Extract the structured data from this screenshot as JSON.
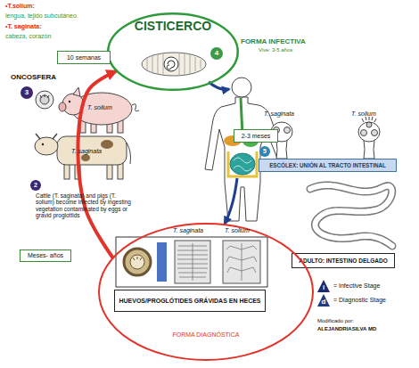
{
  "diagram": {
    "nodes": [
      {
        "text": [
          "CISTICERCO"
        ]
      },
      {
        "text": [
          "10 semanas"
        ]
      },
      {
        "text": [
          "2-3 meses"
        ]
      },
      {
        "text": [
          "ESCÓLEX: UNIÓN AL TRACTO INTESTINAL"
        ]
      },
      {
        "text": [
          "ADULTO: INTESTINO DELGADO"
        ]
      },
      {
        "text": [
          "Meses- años"
        ]
      },
      {
        "text": [
          "FORMA DIAGNÓSTICA"
        ]
      },
      {
        "text": [
          "HUEVOS/PROGLÓTIDES GRÁVIDAS EN HECES"
        ],
        "in": 6
      }
    ],
    "edges": [
      {
        "from": 6,
        "to": 0,
        "arrow": "to"
      }
    ],
    "labels": [
      "•T.solium:",
      "lengua, tejido subcutáneo.",
      "•T. saginata:",
      "cabeza, corazón",
      "FORMA INFECTIVA",
      "Vive: 3-5 años",
      "4",
      "ONCOSFERA",
      "3",
      "T. solium",
      "T. saginata",
      "2",
      "Cattle (T. saginata) and pigs (T. solium) become infected by ingesting vegetation contaminated by eggs or gravid proglottids",
      "T. saginata",
      "T. solium",
      "5",
      "T. saginata",
      "T. solium",
      "i",
      "d",
      "Modificado por:",
      "ALEJANDRIASILVA MD"
    ],
    "legend": [
      {
        "text": "= Infective Stage"
      },
      {
        "text": "= Diagnostic Stage"
      }
    ]
  }
}
